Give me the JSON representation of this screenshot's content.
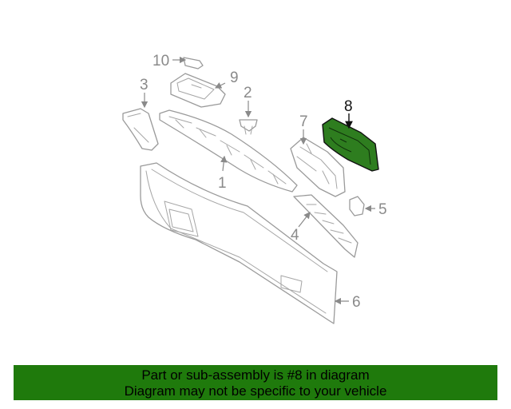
{
  "callouts": {
    "c1": "1",
    "c2": "2",
    "c3": "3",
    "c4": "4",
    "c5": "5",
    "c6": "6",
    "c7": "7",
    "c8": "8",
    "c9": "9",
    "c10": "10"
  },
  "highlighted_part": "8",
  "colors": {
    "highlight_fill": "#2e7d1f",
    "banner_bg": "#1f7a0c",
    "line": "#9a9a9a"
  },
  "banner": {
    "line1": "Part or sub-assembly is #8 in diagram",
    "line2": "Diagram may not be specific to your vehicle"
  }
}
